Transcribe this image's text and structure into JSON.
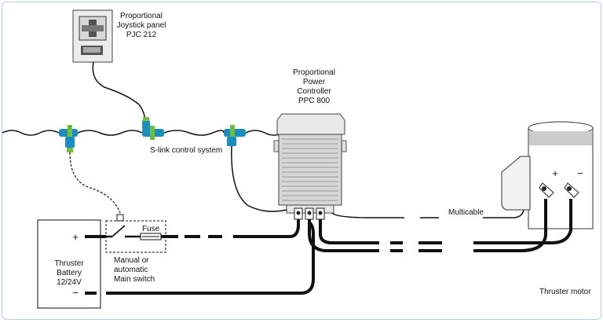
{
  "labels": {
    "joystick": [
      "Proportional",
      "Joystick panel",
      "PJC 212"
    ],
    "controller": [
      "Proportional",
      "Power",
      "Controller",
      "PPC 800"
    ],
    "slink": "S-link control system",
    "fuse": "Fuse",
    "switch": [
      "Manual or",
      "automatic",
      "Main switch"
    ],
    "battery": [
      "Thruster",
      "Battery",
      "12/24V"
    ],
    "battery_plus": "+",
    "battery_minus": "−",
    "multicable": "Multicable",
    "motor_plus": "+",
    "motor_minus": "−",
    "motor": "Thruster motor"
  },
  "colors": {
    "wire": "#111111",
    "connector_cyan": "#1a8fbf",
    "connector_green": "#6fbf3f",
    "frame_border": "#b8cfe6"
  }
}
